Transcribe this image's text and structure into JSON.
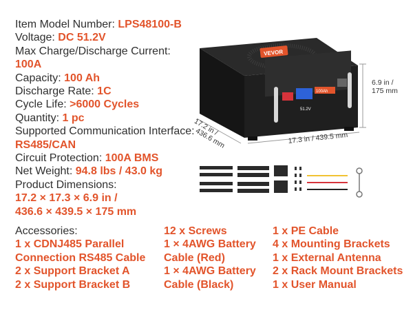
{
  "specs": [
    {
      "label": "Item Model Number: ",
      "value": "LPS48100-B"
    },
    {
      "label": "Voltage: ",
      "value": "DC 51.2V"
    },
    {
      "label": "Max Charge/Discharge Current:",
      "value": ""
    },
    {
      "label": "",
      "value": "100A"
    },
    {
      "label": "Capacity: ",
      "value": "100 Ah"
    },
    {
      "label": "Discharge Rate: ",
      "value": "1C"
    },
    {
      "label": "Cycle Life: ",
      "value": ">6000 Cycles"
    },
    {
      "label": "Quantity: ",
      "value": "1 pc"
    },
    {
      "label": "Supported Communication Interface:",
      "value": ""
    },
    {
      "label": "",
      "value": "RS485/CAN"
    },
    {
      "label": "Circuit Protection: ",
      "value": "100A BMS"
    },
    {
      "label": "Net Weight: ",
      "value": "94.8 lbs / 43.0 kg"
    },
    {
      "label": "Product Dimensions:",
      "value": ""
    },
    {
      "label": "",
      "value": "17.2 × 17.3 × 6.9 in /"
    },
    {
      "label": "",
      "value": "436.6 × 439.5 × 175 mm"
    }
  ],
  "accessories": {
    "heading": "Accessories:",
    "col1": [
      "1 x CDNJ485 Parallel",
      "Connection RS485 Cable",
      "2 x Support Bracket A",
      "2 x Support Bracket B"
    ],
    "col2": [
      "12 x Screws",
      "1 × 4AWG Battery",
      "Cable (Red)",
      "1 × 4AWG Battery",
      "Cable (Black)"
    ],
    "col3": [
      "1 x PE Cable",
      "4 x Mounting Brackets",
      "1 x External Antenna",
      "2 x Rack Mount Brackets",
      "1 x User Manual"
    ]
  },
  "dimensions": {
    "height_1": "6.9 in /",
    "height_2": "175 mm",
    "depth_1": "17.2 in /",
    "depth_2": "436.6 mm",
    "width": "17.3 in / 439.5 mm"
  },
  "product": {
    "brand": "VEVOR",
    "display_voltage": "51.2V",
    "display_badge": "100Ah"
  },
  "colors": {
    "accent": "#e2542b",
    "text": "#2f2f2f",
    "battery_body": "#1c1c1c"
  }
}
